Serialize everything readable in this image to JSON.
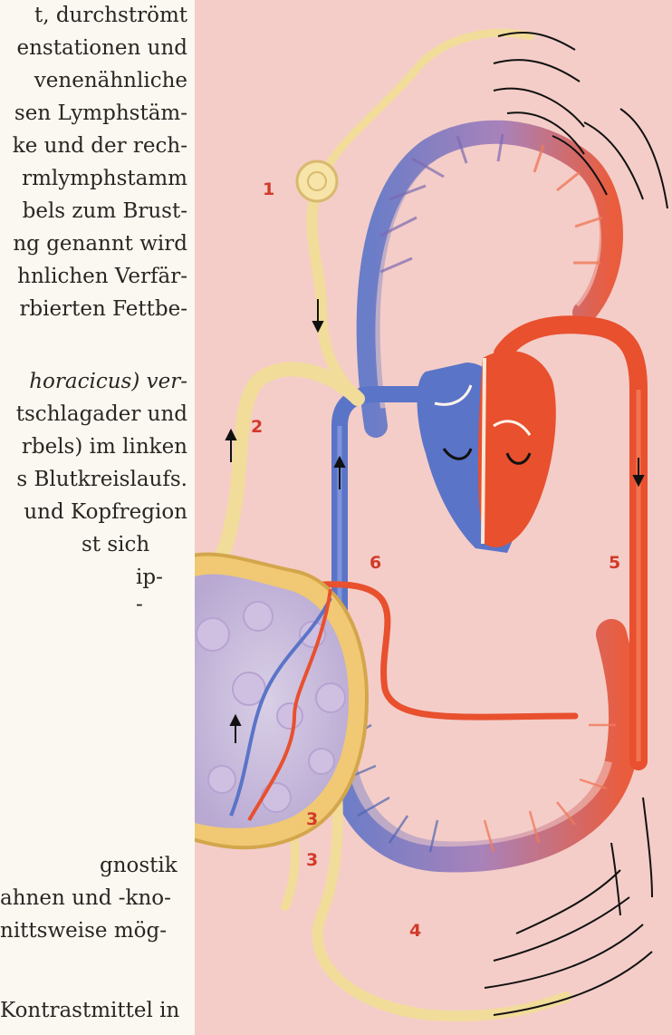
{
  "text_lines": [
    "t,   durchströmt",
    "enstationen  und",
    "  venenähnliche",
    "sen Lymphstäm-",
    "ke und der rech-",
    "rmlymphstamm",
    "bels zum Brust-",
    "ng genannt wird",
    "hnlichen Verfär-",
    "rbierten Fettbe-",
    "horacicus) ver-",
    "tschlagader und",
    "rbels) im linken",
    "s Blutkreislaufs.",
    "und Kopfregion",
    "st sich",
    "ip-",
    "-",
    "gnostik",
    "ahnen und -kno-",
    "nittsweise mög-",
    "Kontrastmittel in"
  ],
  "labels": [
    "1",
    "2",
    "3",
    "3",
    "4",
    "5",
    "6"
  ],
  "colors": {
    "background": "#f4cdc8",
    "vein": "#5a74c8",
    "artery": "#e8502e",
    "lymph": "#f2dc9a",
    "label": "#d23a2a"
  }
}
